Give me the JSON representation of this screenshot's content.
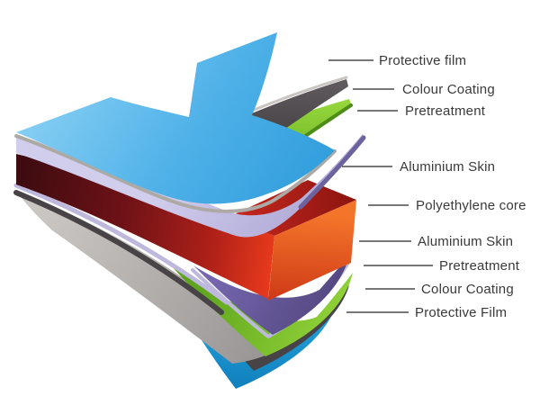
{
  "figure": {
    "background": "#FFFFFF",
    "labels": [
      {
        "text": "Protective film"
      },
      {
        "text": "Colour Coating"
      },
      {
        "text": "Pretreatment"
      },
      {
        "text": "Aluminium Skin"
      },
      {
        "text": "Polyethylene core"
      },
      {
        "text": "Aluminium Skin"
      },
      {
        "text": "Pretreatment"
      },
      {
        "text": "Colour Coating"
      },
      {
        "text": "Protective Film"
      }
    ],
    "colors": {
      "text": "#3A3A3A",
      "line": "#4A4A4A",
      "blue_light": "#85CEF3",
      "blue_mid": "#4FB1E8",
      "blue_deep": "#2E9CDB",
      "blue_bottom": "#25A9E3",
      "blue_bottom_dark": "#1180BC",
      "silver_light": "#C9C6C2",
      "silver": "#ADAAA6",
      "silver_dark": "#939090",
      "lavender_light": "#D1CDEC",
      "lavender": "#BEB8DC",
      "lavender_dark": "#AFA9D6",
      "indigo_edge": "#6C639E",
      "maroon_dark": "#3E0C10",
      "maroon": "#6E1217",
      "red_front": "#AE2018",
      "red_bright": "#E93A1C",
      "slab_top_left": "#C9291F",
      "slab_top_right": "#8C1410",
      "orange_light": "#F4742A",
      "orange_dark": "#CE3A16",
      "purple": "#7566AE",
      "purple_dark": "#4F4379",
      "green_bright": "#97D83C",
      "green": "#6FBA28",
      "green_deep": "#5EA41D",
      "green_shadow": "#4E8C18",
      "coat_gray_light": "#5E595C",
      "coat_gray": "#474346",
      "coat_gray_dark": "#363234"
    }
  }
}
